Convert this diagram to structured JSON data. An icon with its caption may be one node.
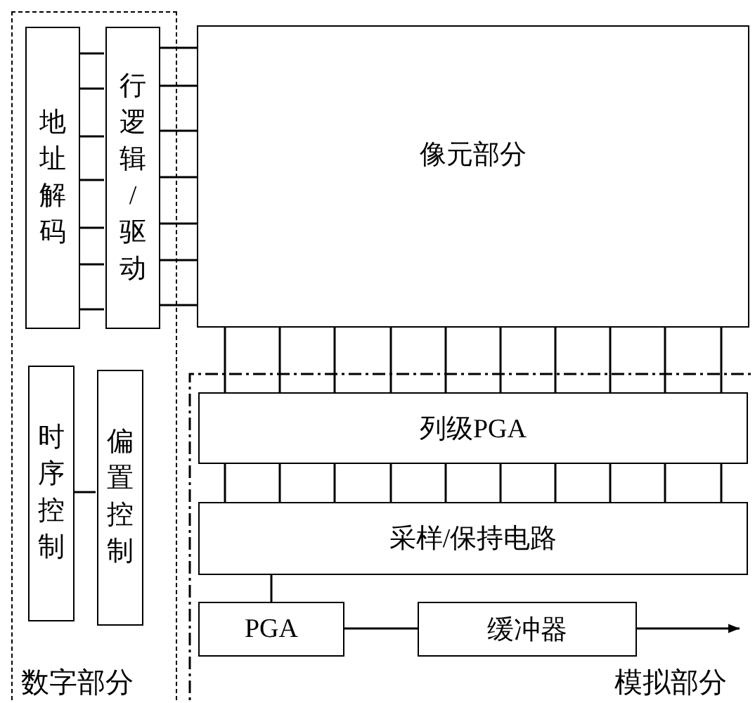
{
  "diagram": {
    "nodes": [
      {
        "text": [
          "数字部分"
        ]
      },
      {
        "text": [
          "地址解码"
        ],
        "in": 0
      },
      {
        "text": [
          "行逻辑/驱动"
        ],
        "in": 0
      },
      {
        "text": [
          "时序控制"
        ],
        "in": 0
      },
      {
        "text": [
          "偏置控制"
        ],
        "in": 0
      },
      {
        "text": [
          "像元部分"
        ]
      },
      {
        "text": [
          "模拟部分"
        ]
      },
      {
        "text": [
          "列级PGA"
        ],
        "in": 6
      },
      {
        "text": [
          "采样/保持电路"
        ],
        "in": 6
      },
      {
        "text": [
          "PGA"
        ],
        "in": 6
      },
      {
        "text": [
          "缓冲器"
        ],
        "in": 6
      }
    ],
    "edges": [
      {
        "from": 1,
        "to": 2,
        "arrow": "none"
      },
      {
        "from": 1,
        "to": 2,
        "arrow": "none"
      },
      {
        "from": 1,
        "to": 2,
        "arrow": "none"
      },
      {
        "from": 1,
        "to": 2,
        "arrow": "none"
      },
      {
        "from": 1,
        "to": 2,
        "arrow": "none"
      },
      {
        "from": 1,
        "to": 2,
        "arrow": "none"
      },
      {
        "from": 1,
        "to": 2,
        "arrow": "none"
      },
      {
        "from": 2,
        "to": 5,
        "arrow": "none"
      },
      {
        "from": 2,
        "to": 5,
        "arrow": "none"
      },
      {
        "from": 2,
        "to": 5,
        "arrow": "none"
      },
      {
        "from": 2,
        "to": 5,
        "arrow": "none"
      },
      {
        "from": 2,
        "to": 5,
        "arrow": "none"
      },
      {
        "from": 2,
        "to": 5,
        "arrow": "none"
      },
      {
        "from": 2,
        "to": 5,
        "arrow": "none"
      },
      {
        "from": 5,
        "to": 7,
        "arrow": "none"
      },
      {
        "from": 5,
        "to": 7,
        "arrow": "none"
      },
      {
        "from": 5,
        "to": 7,
        "arrow": "none"
      },
      {
        "from": 5,
        "to": 7,
        "arrow": "none"
      },
      {
        "from": 5,
        "to": 7,
        "arrow": "none"
      },
      {
        "from": 5,
        "to": 7,
        "arrow": "none"
      },
      {
        "from": 5,
        "to": 7,
        "arrow": "none"
      },
      {
        "from": 5,
        "to": 7,
        "arrow": "none"
      },
      {
        "from": 5,
        "to": 7,
        "arrow": "none"
      },
      {
        "from": 5,
        "to": 7,
        "arrow": "none"
      },
      {
        "from": 7,
        "to": 8,
        "arrow": "none"
      },
      {
        "from": 7,
        "to": 8,
        "arrow": "none"
      },
      {
        "from": 7,
        "to": 8,
        "arrow": "none"
      },
      {
        "from": 7,
        "to": 8,
        "arrow": "none"
      },
      {
        "from": 7,
        "to": 8,
        "arrow": "none"
      },
      {
        "from": 7,
        "to": 8,
        "arrow": "none"
      },
      {
        "from": 7,
        "to": 8,
        "arrow": "none"
      },
      {
        "from": 7,
        "to": 8,
        "arrow": "none"
      },
      {
        "from": 7,
        "to": 8,
        "arrow": "none"
      },
      {
        "from": 7,
        "to": 8,
        "arrow": "none"
      },
      {
        "from": 3,
        "to": 4,
        "arrow": "none"
      },
      {
        "from": 8,
        "to": 9,
        "arrow": "none"
      },
      {
        "from": 9,
        "to": 10,
        "arrow": "none"
      },
      {
        "from": 10,
        "to": null,
        "arrow": "to"
      }
    ]
  }
}
